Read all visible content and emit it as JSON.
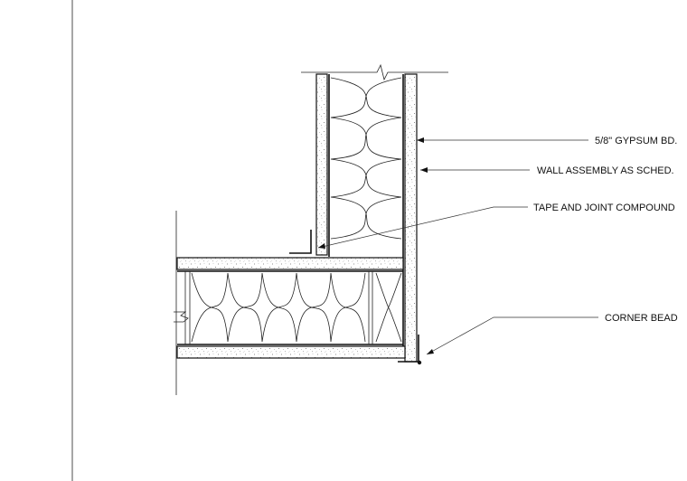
{
  "labels": {
    "gypsum": "5/8\" GYPSUM BD.",
    "wall_assembly": "WALL ASSEMBLY AS SCHED.",
    "tape_joint": "TAPE AND JOINT COMPOUND",
    "corner_bead": "CORNER BEAD"
  }
}
